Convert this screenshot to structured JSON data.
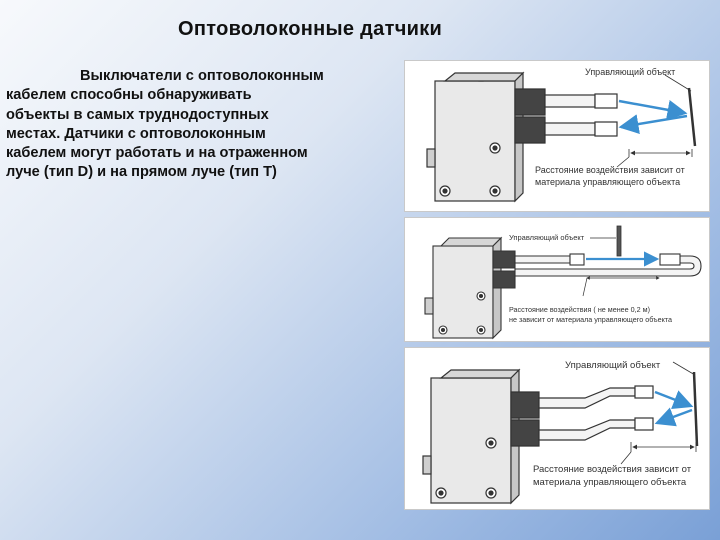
{
  "slide": {
    "title": "Оптоволоконные датчики",
    "paragraph_lines": [
      "Выключатели с оптоволоконным",
      "кабелем способны обнаруживать",
      "объекты в самых труднодоступных",
      "местах. Датчики с оптоволоконным",
      "кабелем могут работать и на отраженном",
      "луче (тип D) и на прямом луче (тип T)"
    ]
  },
  "diagrams": {
    "d1": {
      "target_label": "Управляющий объект",
      "note_line1": "Расстояние воздействия зависит от",
      "note_line2": "материала управляющего объекта"
    },
    "d2": {
      "target_label": "Управляющий объект",
      "note_line1": "Расстояние воздействия ( не менее 0,2 м)",
      "note_line2": "не зависит от материала управляющего объекта"
    },
    "d3": {
      "target_label": "Управляющий объект",
      "note_line1": "Расстояние воздействия зависит от",
      "note_line2": "материала управляющего объекта"
    }
  },
  "colors": {
    "beam": "#3b8fd0",
    "sensor_fill": "#e9e9e9",
    "outline": "#333333"
  }
}
